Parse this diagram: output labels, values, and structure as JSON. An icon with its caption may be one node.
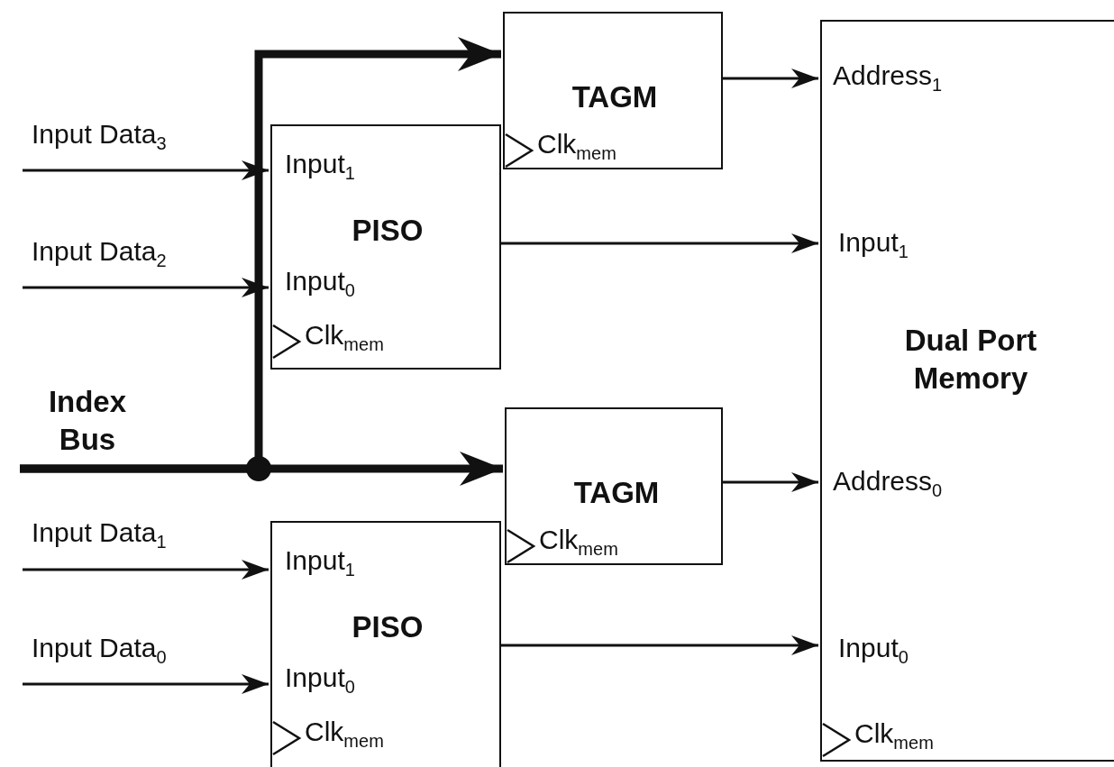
{
  "diagram": {
    "nodes": [
      {
        "text": [
          "TAGM",
          "Clk$_{mem}$"
        ]
      },
      {
        "text": [
          "Input Data$_{3}$"
        ]
      },
      {
        "text": [
          "Input$_{1}$",
          "PISO",
          "Input$_{0}$",
          "Clk$_{mem}$"
        ]
      },
      {
        "text": [
          "Input Data$_{2}$"
        ]
      },
      {
        "text": [
          "Index Bus"
        ]
      },
      {
        "text": [
          "TAGM",
          "Clk$_{mem}$"
        ]
      },
      {
        "text": [
          "Input Data$_{1}$"
        ]
      },
      {
        "text": [
          "Input$_{1}$",
          "PISO",
          "Input$_{0}$",
          "Clk$_{mem}$"
        ]
      },
      {
        "text": [
          "Input Data$_{0}$"
        ]
      },
      {
        "text": [
          "Address$_{1}$",
          "Input$_{1}$",
          "Dual Port Memory",
          "Address$_{0}$",
          "Input$_{0}$",
          "Clk$_{mem}$"
        ]
      }
    ],
    "edges": [
      {
        "from": 1,
        "to": 2,
        "arrow": "to"
      },
      {
        "from": 3,
        "to": 2,
        "arrow": "to"
      },
      {
        "from": 4,
        "to": 0,
        "arrow": "to",
        "style": "thick"
      },
      {
        "from": 4,
        "to": 5,
        "arrow": "to",
        "style": "thick"
      },
      {
        "from": 6,
        "to": 7,
        "arrow": "to"
      },
      {
        "from": 8,
        "to": 7,
        "arrow": "to"
      },
      {
        "from": 0,
        "to": 9,
        "arrow": "to"
      },
      {
        "from": 2,
        "to": 9,
        "arrow": "to"
      },
      {
        "from": 5,
        "to": 9,
        "arrow": "to"
      },
      {
        "from": 7,
        "to": 9,
        "arrow": "to"
      }
    ]
  }
}
